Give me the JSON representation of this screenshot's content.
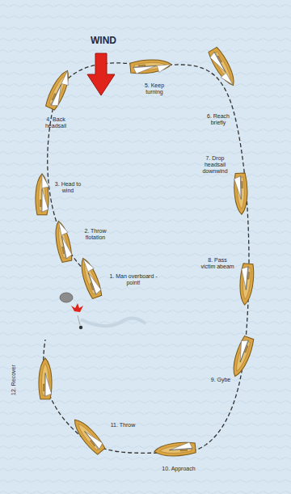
{
  "diagram": {
    "labels": [
      "WIND",
      "1. Man overboard - point!",
      "2. Throw flotation",
      "3. Head to wind",
      "4. Back headsail",
      "5. Keep turning",
      "6. Reach briefly",
      "7. Drop headsail downwind",
      "8. Pass victim abeam",
      "9. Gybe",
      "10. Approach",
      "11. Throw",
      "12. Recover"
    ]
  }
}
